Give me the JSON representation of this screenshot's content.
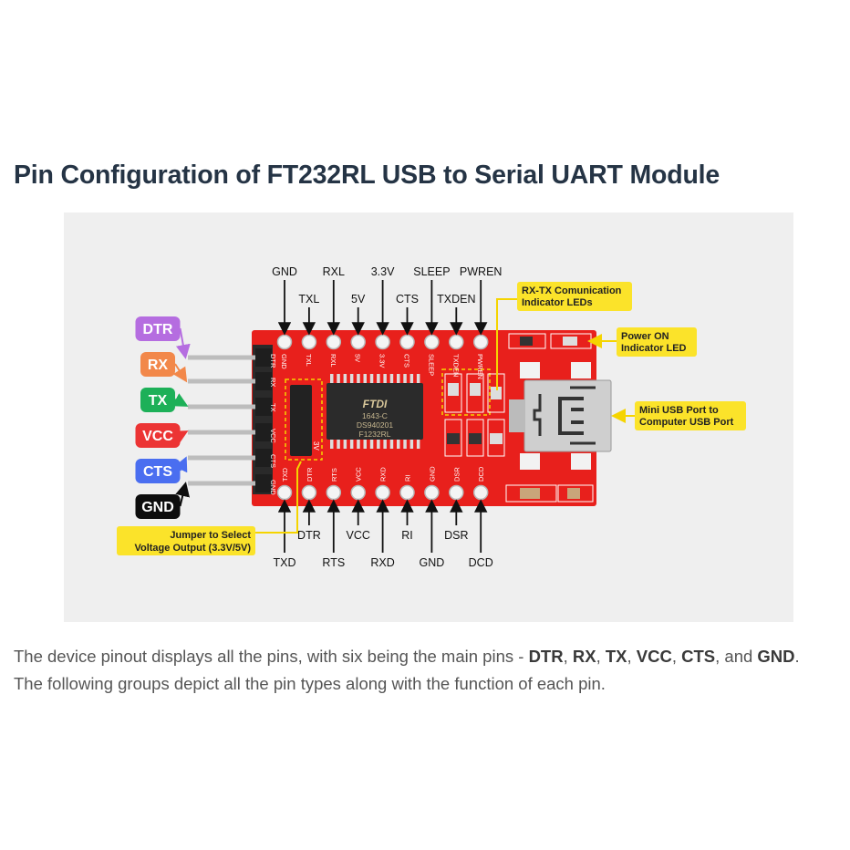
{
  "title": "Pin Configuration of FT232RL USB to Serial UART Module",
  "diagram": {
    "top_pins_row1": [
      {
        "label": "GND",
        "pin": 0
      },
      {
        "label": "RXL",
        "pin": 2
      },
      {
        "label": "3.3V",
        "pin": 4
      },
      {
        "label": "SLEEP",
        "pin": 6
      },
      {
        "label": "PWREN",
        "pin": 8
      }
    ],
    "top_pins_row2": [
      {
        "label": "TXL",
        "pin": 1
      },
      {
        "label": "5V",
        "pin": 3
      },
      {
        "label": "CTS",
        "pin": 5
      },
      {
        "label": "TXDEN",
        "pin": 7
      }
    ],
    "bottom_pins_row1": [
      {
        "label": "DTR",
        "pin": 1
      },
      {
        "label": "VCC",
        "pin": 3
      },
      {
        "label": "RI",
        "pin": 5
      },
      {
        "label": "DSR",
        "pin": 7
      }
    ],
    "bottom_pins_row2": [
      {
        "label": "TXD",
        "pin": 0
      },
      {
        "label": "RTS",
        "pin": 2
      },
      {
        "label": "RXD",
        "pin": 4
      },
      {
        "label": "GND",
        "pin": 6
      },
      {
        "label": "DCD",
        "pin": 8
      }
    ],
    "header_pins": [
      {
        "label": "DTR",
        "color": "#b56de0"
      },
      {
        "label": "RX",
        "color": "#f2884a"
      },
      {
        "label": "TX",
        "color": "#1db058"
      },
      {
        "label": "VCC",
        "color": "#ec3434"
      },
      {
        "label": "CTS",
        "color": "#4a6ef0"
      },
      {
        "label": "GND",
        "color": "#0d0d0d"
      }
    ],
    "silkscreen_top": [
      "GND",
      "TXL",
      "RXL",
      "5V",
      "3.3V",
      "CTS",
      "SLEEP",
      "TXDEN",
      "PWREN"
    ],
    "silkscreen_bottom": [
      "TXD",
      "DTR",
      "RTS",
      "VCC",
      "RXD",
      "RI",
      "GND",
      "DSR",
      "DCD"
    ],
    "silkscreen_left": [
      "DTR",
      "RX",
      "TX",
      "VCC",
      "CTS",
      "GND"
    ],
    "jumper_label": "3V",
    "chip": {
      "brand": "FTDI",
      "line1": "1643-C",
      "line2": "DS940201",
      "line3": "F1232RL"
    },
    "callouts": {
      "rxtx_line1": "RX-TX Comunication",
      "rxtx_line2": "Indicator LEDs",
      "power_line1": "Power ON",
      "power_line2": "Indicator LED",
      "usb_line1": "Mini USB Port to",
      "usb_line2": "Computer USB Port",
      "jumper_line1": "Jumper to Select",
      "jumper_line2": "Voltage Output (3.3V/5V)"
    },
    "colors": {
      "board": "#e8201c",
      "callout": "#fbe32a",
      "background": "#efefef"
    }
  },
  "paragraph": {
    "text1": "The device pinout displays all the pins, with six being the main pins - ",
    "b1": "DTR",
    "s1": ", ",
    "b2": "RX",
    "s2": ", ",
    "b3": "TX",
    "s3": ", ",
    "b4": "VCC",
    "s4": ", ",
    "b5": "CTS",
    "s5": ", and ",
    "b6": "GND",
    "s6": ".",
    "text2": "The following groups depict all the pin types along with the function of each pin."
  }
}
